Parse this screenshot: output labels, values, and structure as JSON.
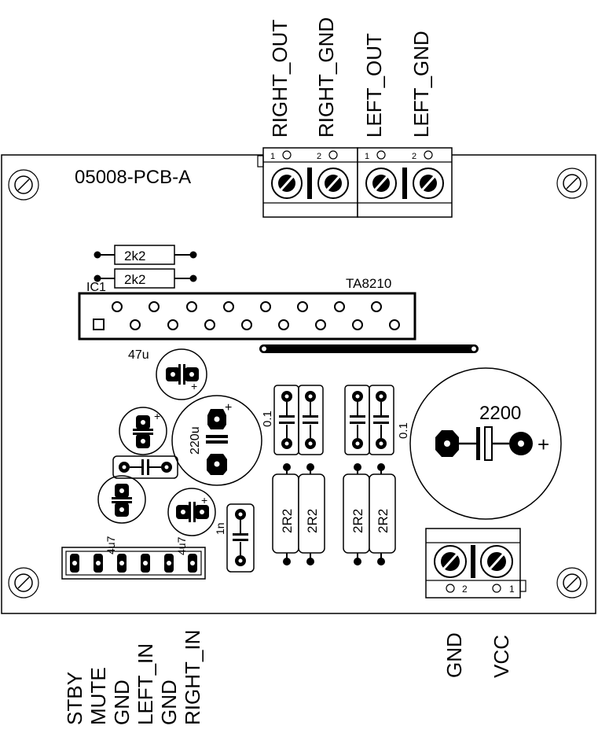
{
  "board": {
    "title": "05008-PCB-A",
    "chip_ref": "IC1",
    "chip_name": "TA8210"
  },
  "top_connectors": {
    "labels": [
      "RIGHT_OUT",
      "RIGHT_GND",
      "LEFT_OUT",
      "LEFT_GND"
    ],
    "pin_numbers": [
      "1",
      "2",
      "1",
      "2"
    ]
  },
  "bottom_left_connector": {
    "labels": [
      "STBY",
      "MUTE",
      "GND",
      "LEFT_IN",
      "GND",
      "RIGHT_IN"
    ]
  },
  "power_connector": {
    "labels": [
      "GND",
      "VCC"
    ],
    "pin_numbers": [
      "2",
      "1"
    ]
  },
  "components": {
    "r_top_1": "2k2",
    "r_top_2": "2k2",
    "c_47u": "47u",
    "c_220u": "220u",
    "c_2200": "2200",
    "c_2200_plus": "+",
    "c_01_left": "0.1",
    "c_01_right": "0.1",
    "c_01_small_a": "0.1",
    "c_01_small_b": "0.1",
    "c_1n": "1n",
    "c_4u7_left": "4u7",
    "c_4u7_right": "4u7",
    "r_2r2_labels": [
      "2R2",
      "2R2",
      "2R2",
      "2R2"
    ],
    "plus_sign": "+"
  }
}
